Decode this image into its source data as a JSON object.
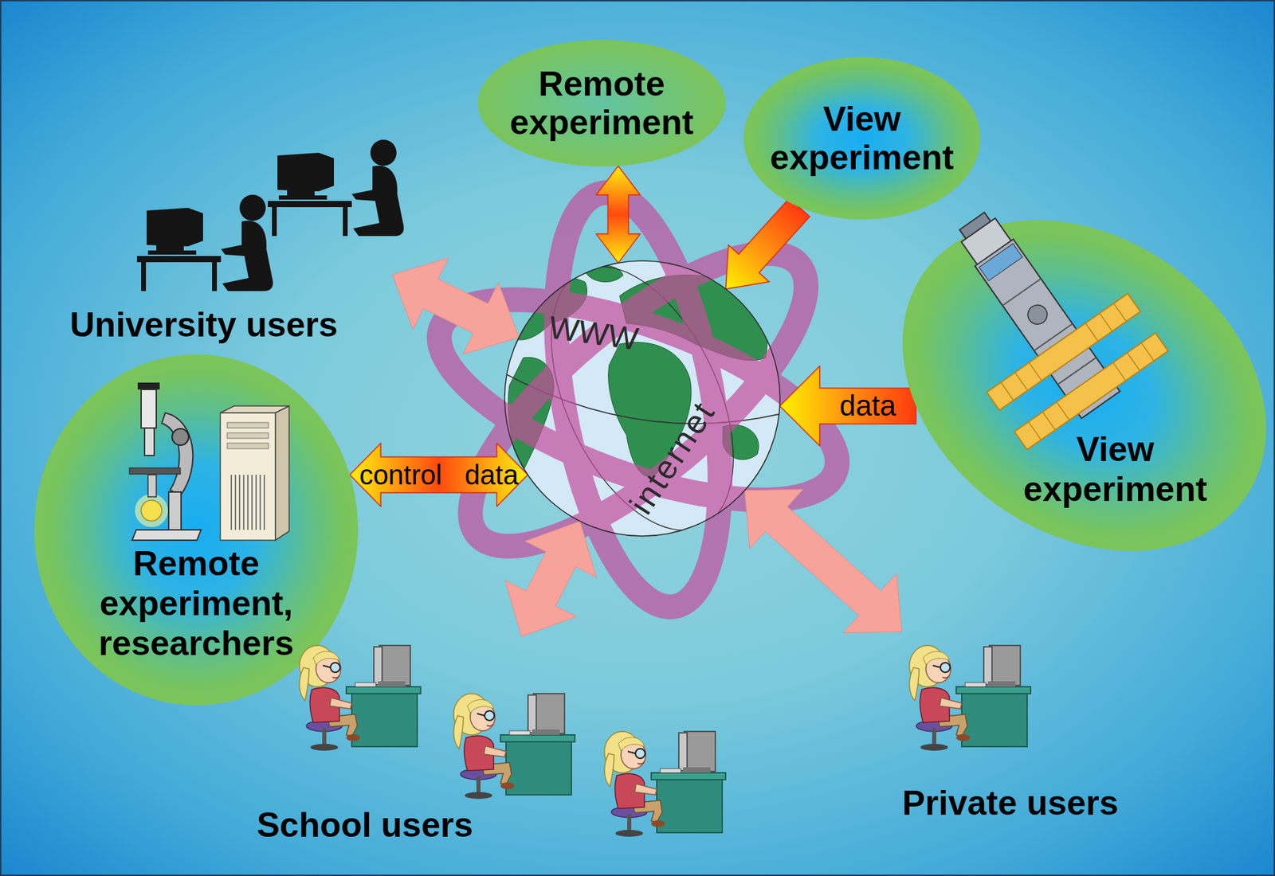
{
  "diagram": {
    "nodes": [
      {
        "text": [
          "Remote experiment"
        ]
      },
      {
        "text": [
          "View experiment"
        ]
      },
      {
        "text": [
          "University users"
        ]
      },
      {
        "text": [
          "WWW",
          "internet"
        ]
      },
      {
        "text": [
          "Remote experiment, researchers"
        ]
      },
      {
        "text": [
          "View experiment"
        ]
      },
      {
        "text": [
          "School users"
        ]
      },
      {
        "text": [
          "Private users"
        ]
      }
    ],
    "edges": [
      {
        "from": 3,
        "to": 0,
        "arrow": "both"
      },
      {
        "from": 1,
        "to": 3,
        "arrow": "to"
      },
      {
        "from": 3,
        "to": 2,
        "arrow": "both"
      },
      {
        "from": 4,
        "to": 3,
        "label": "control data",
        "arrow": "both"
      },
      {
        "from": 5,
        "to": 3,
        "label": "data",
        "arrow": "to"
      },
      {
        "from": 3,
        "to": 6,
        "arrow": "both"
      },
      {
        "from": 3,
        "to": 7,
        "arrow": "both"
      }
    ]
  }
}
